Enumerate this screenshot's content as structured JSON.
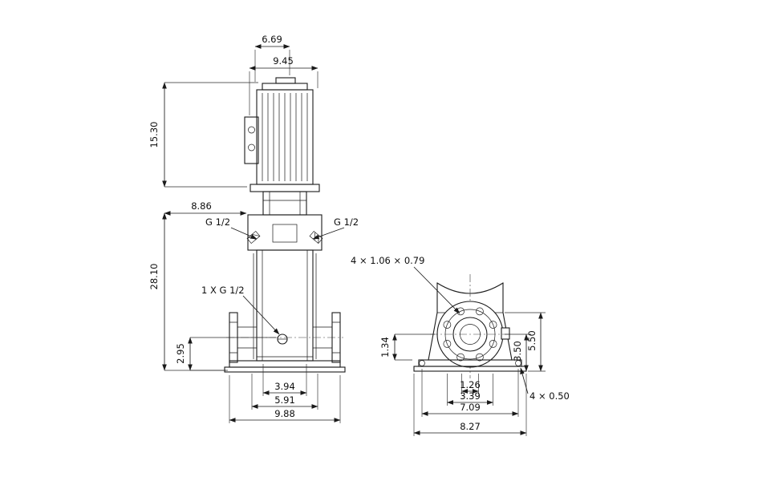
{
  "page": {
    "background": "#ffffff",
    "line_color": "#1a1a1a"
  },
  "front_view": {
    "dim_width_top": "6.69",
    "dim_width_overall": "9.45",
    "dim_motor_height": "15.30",
    "dim_head_height": "8.86",
    "dim_total_height": "28.10",
    "port_left_label": "G 1/2",
    "port_right_label": "G 1/2",
    "drain_label": "1 X G 1/2",
    "dim_port_center_height": "2.95",
    "dim_base_inner": "3.94",
    "dim_base_mid": "5.91",
    "dim_base_width": "9.88"
  },
  "side_view": {
    "flange_hole_note": "4 × 1.06   × 0.79",
    "dim_port_offset": "1.34",
    "dim_center_height": "3.50",
    "dim_bracket_height": "5.50",
    "dim_slot_inner": "1.26",
    "dim_slot_mid": "3.39",
    "dim_base_hole_spacing": "7.09",
    "dim_base_length": "8.27",
    "base_hole_note": "4  × 0.50"
  }
}
